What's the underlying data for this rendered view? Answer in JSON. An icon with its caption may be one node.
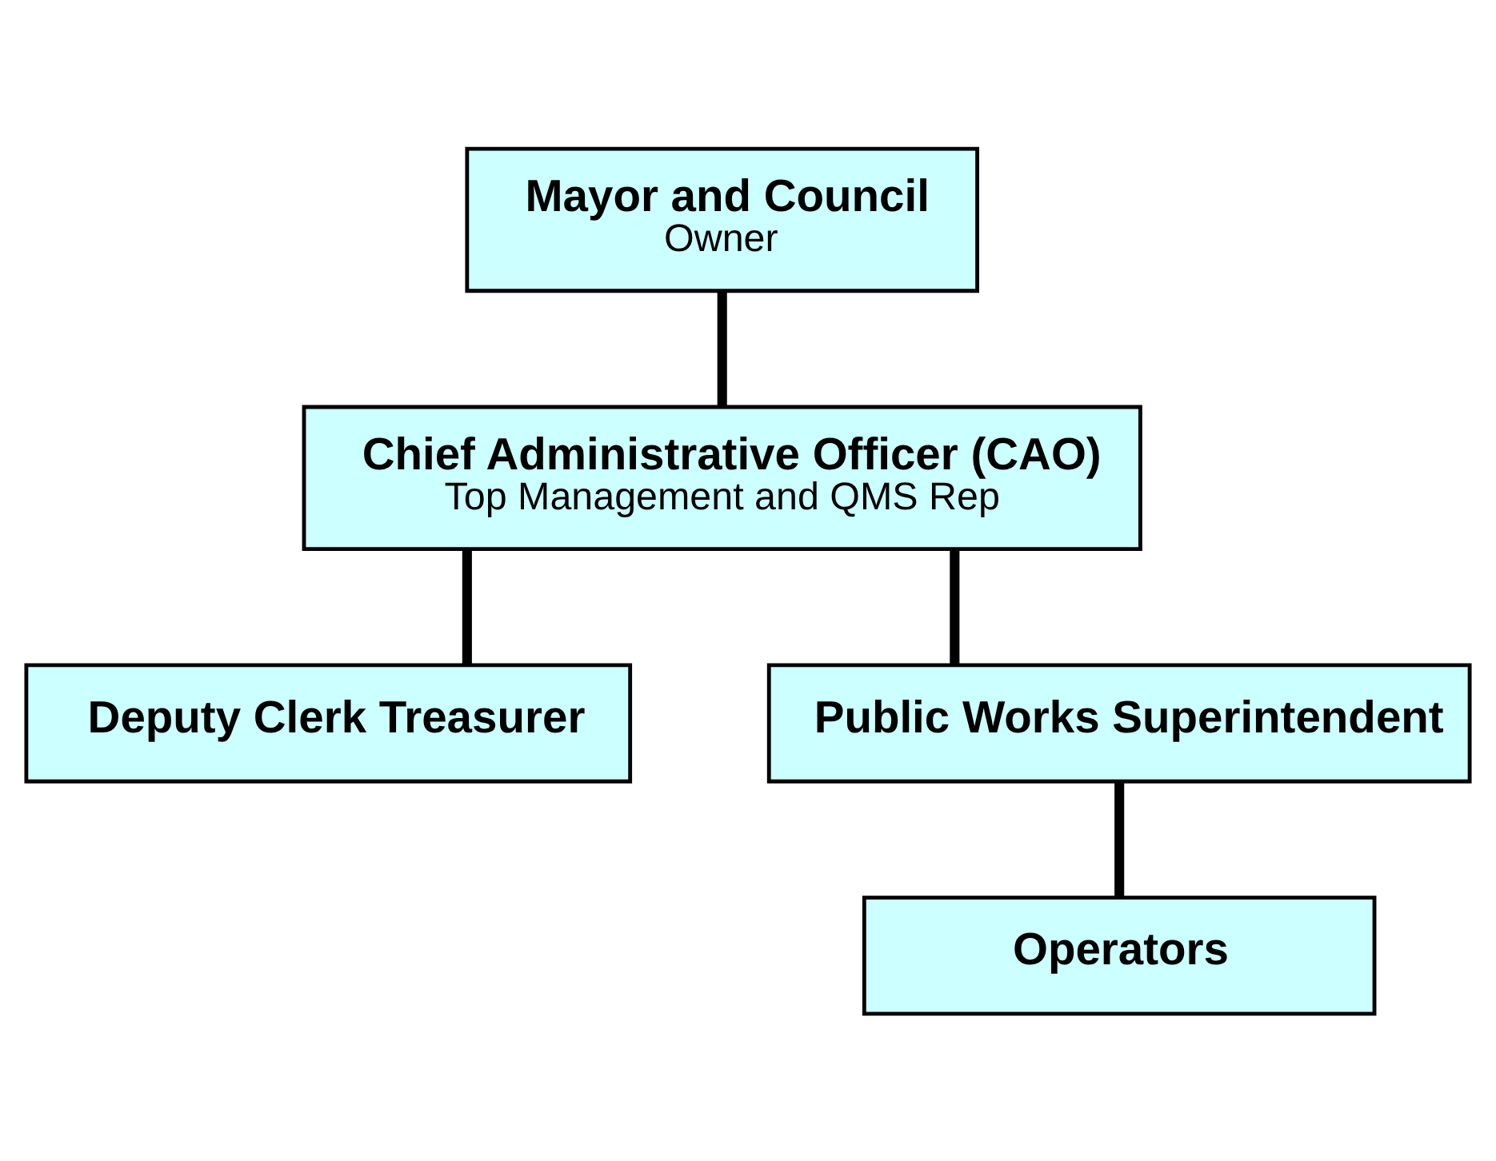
{
  "diagram": {
    "nodes": [
      {
        "text": [
          "Mayor and Council",
          "Owner"
        ]
      },
      {
        "text": [
          "Chief Administrative Officer (CAO)",
          "Top Management and QMS Rep"
        ]
      },
      {
        "text": [
          "Deputy Clerk Treasurer"
        ]
      },
      {
        "text": [
          "Public Works Superintendent"
        ]
      },
      {
        "text": [
          "Operators"
        ]
      }
    ],
    "edges": [
      {
        "from": 0,
        "to": 1,
        "arrow": "none"
      },
      {
        "from": 1,
        "to": 2,
        "arrow": "none"
      },
      {
        "from": 1,
        "to": 3,
        "arrow": "none"
      },
      {
        "from": 3,
        "to": 4,
        "arrow": "none"
      }
    ]
  }
}
